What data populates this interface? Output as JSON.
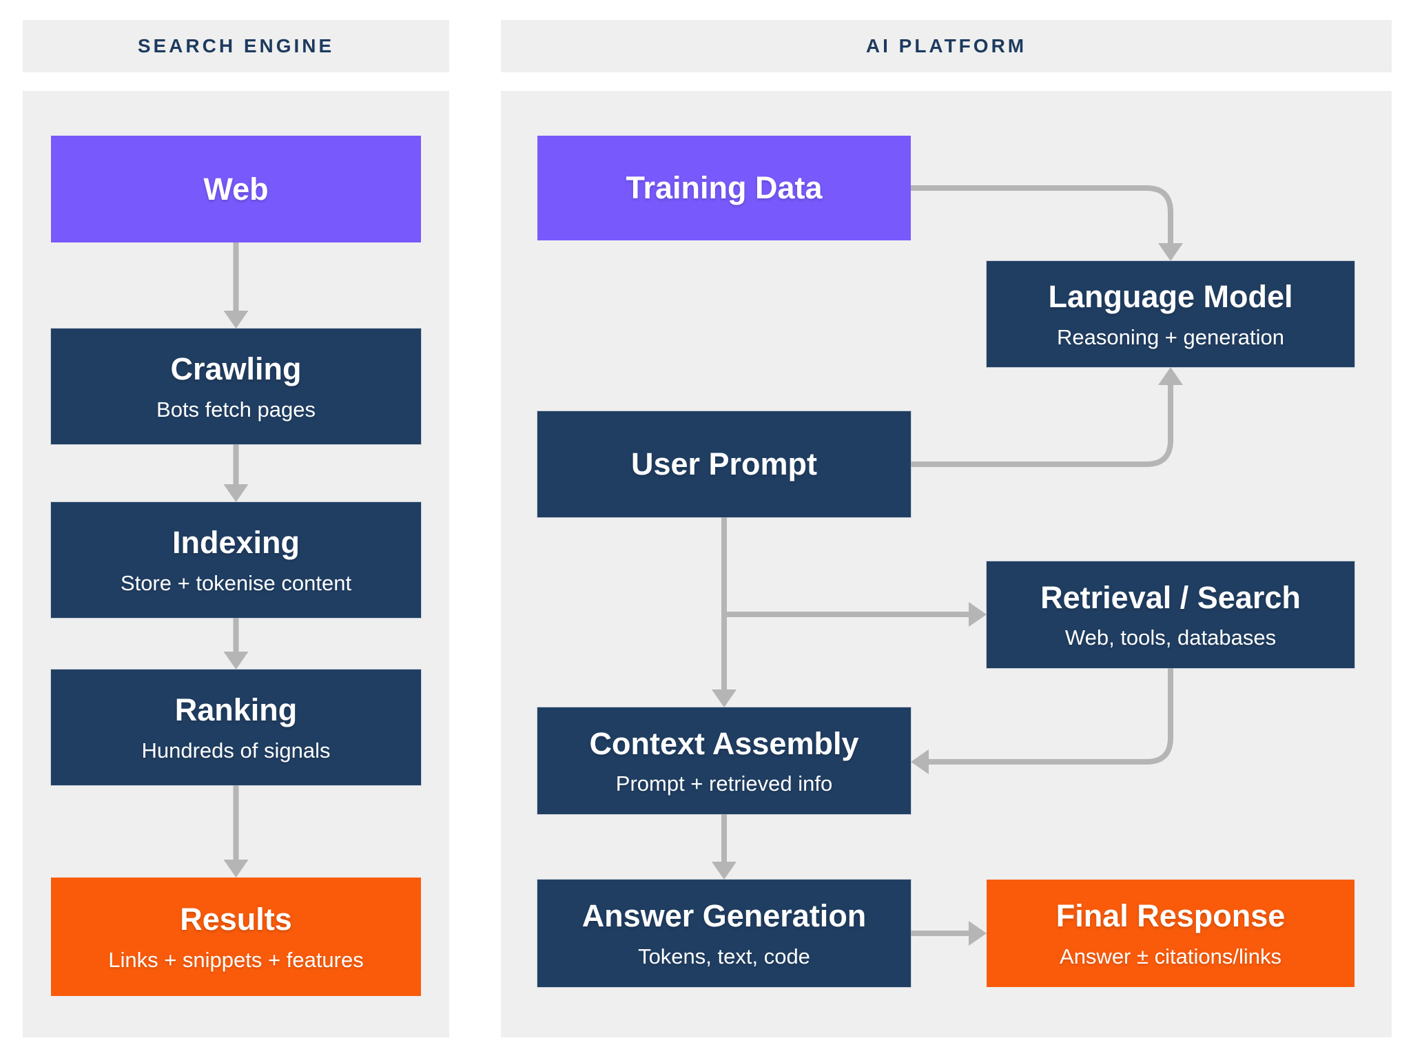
{
  "panels": [
    {
      "header": "SEARCH ENGINE",
      "nodes": [
        {
          "title": "Web"
        },
        {
          "title": "Crawling",
          "subtitle": "Bots fetch pages"
        },
        {
          "title": "Indexing",
          "subtitle": "Store + tokenise content"
        },
        {
          "title": "Ranking",
          "subtitle": "Hundreds of signals"
        },
        {
          "title": "Results",
          "subtitle": "Links + snippets + features"
        }
      ]
    },
    {
      "header": "AI PLATFORM",
      "nodes": [
        {
          "title": "Training Data"
        },
        {
          "title": "Language Model",
          "subtitle": "Reasoning + generation"
        },
        {
          "title": "User Prompt"
        },
        {
          "title": "Retrieval / Search",
          "subtitle": "Web, tools, databases"
        },
        {
          "title": "Context Assembly",
          "subtitle": "Prompt + retrieved info"
        },
        {
          "title": "Answer Generation",
          "subtitle": "Tokens, text, code"
        },
        {
          "title": "Final Response",
          "subtitle": "Answer ± citations/links"
        }
      ]
    }
  ],
  "colors": {
    "purple": "#7859FB",
    "navy": "#203E62",
    "orange": "#F95B0B",
    "arrow": "#B5B5B5",
    "panel_bg": "#EFEFEF",
    "header_text": "#1D3A5E",
    "page_bg": "#FFFFFF",
    "node_text": "#FFFFFF"
  }
}
